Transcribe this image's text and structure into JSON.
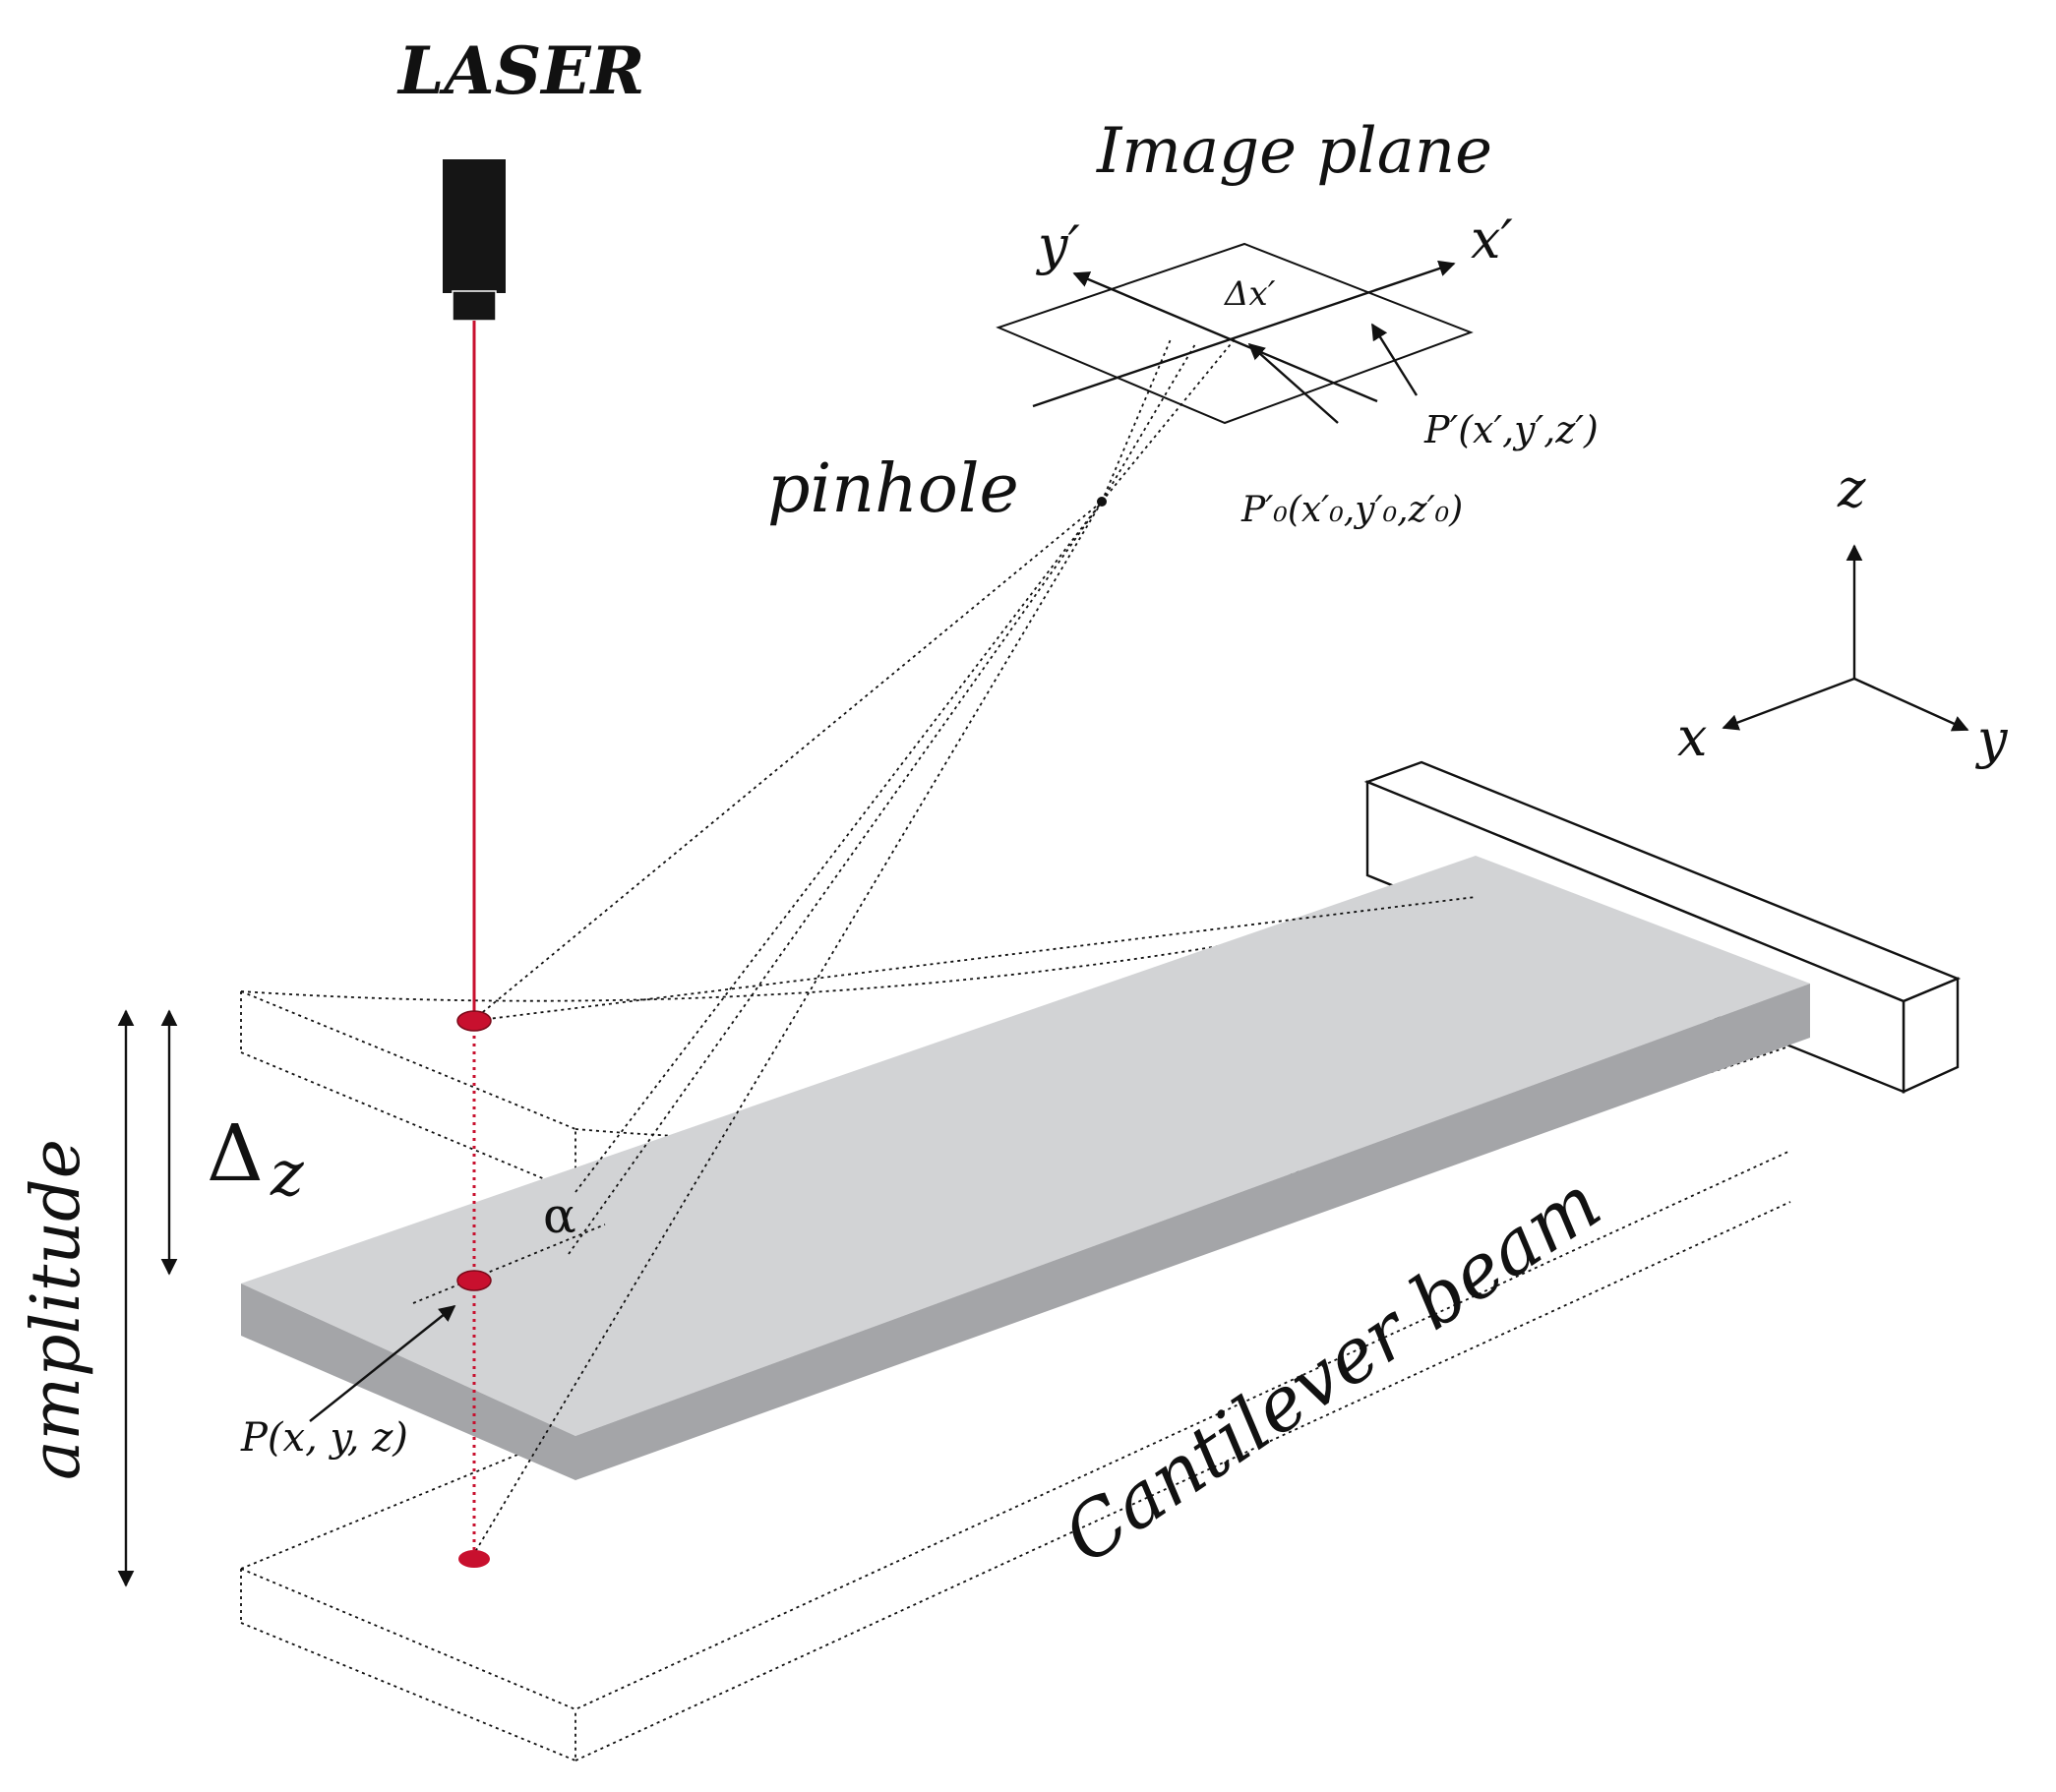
{
  "labels": {
    "laser": "LASER",
    "image_plane": "Image plane",
    "y_prime": "y′",
    "x_prime": "x′",
    "delta_x_prime": "Δx′",
    "p_prime": "P′(x′,y′,z′)",
    "p0_prime": "P′₀(x′₀,y′₀,z′₀)",
    "pinhole": "pinhole",
    "axis_z": "z",
    "axis_x": "x",
    "axis_y": "y",
    "delta": "Δ",
    "delta_z_var": "z",
    "alpha": "α",
    "amplitude": "amplitude",
    "point_p": "P(x, y, z)",
    "cantilever_beam": "Cantilever beam"
  },
  "colors": {
    "laser_red": "#c8102e",
    "beam_top": "#d2d3d5",
    "beam_side": "#a4a5a8",
    "ink": "#111111"
  }
}
